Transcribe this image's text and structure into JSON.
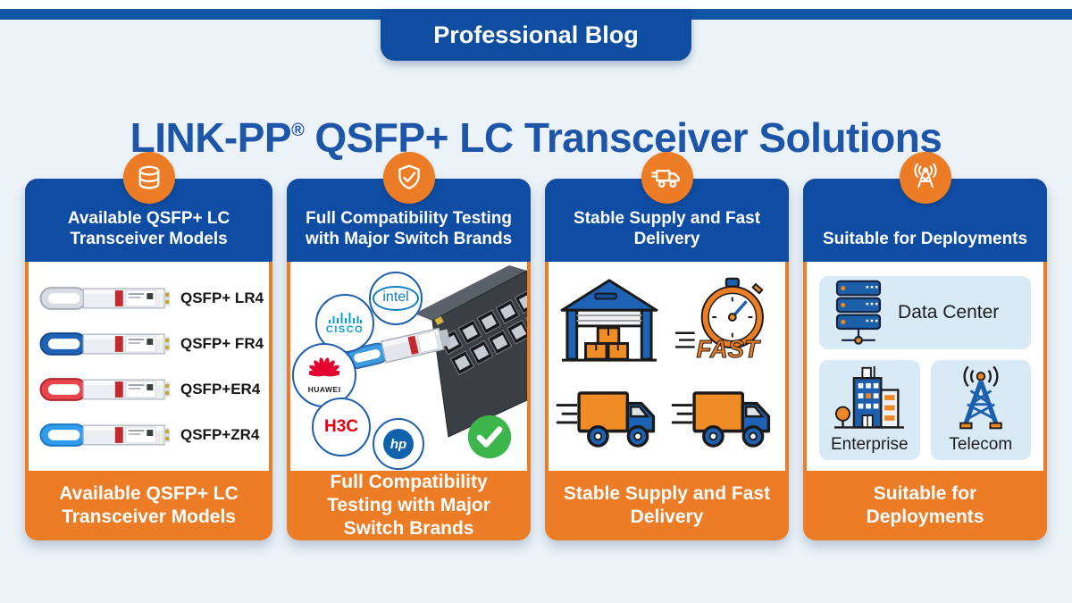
{
  "banner": {
    "label": "Professional Blog"
  },
  "title": {
    "brand": "LINK-PP",
    "reg": "®",
    "rest": "QSFP+ LC Transceiver Solutions"
  },
  "colors": {
    "accent_blue": "#0e4da3",
    "accent_orange": "#ec7c25",
    "background": "#ebf2f8",
    "check_green": "#3cb54a"
  },
  "cards": [
    {
      "icon": "database-icon",
      "header": "Available QSFP+ LC Transceiver Models",
      "footer": "Available QSFP+ LC Transceiver Models",
      "models": [
        {
          "label": "QSFP+ LR4",
          "tab_color": "#d8dde3"
        },
        {
          "label": "QSFP+ FR4",
          "tab_color": "#1f63b6"
        },
        {
          "label": "QSFP+ER4",
          "tab_color": "#e8454d"
        },
        {
          "label": "QSFP+ZR4",
          "tab_color": "#2f9cf0"
        }
      ]
    },
    {
      "icon": "shield-check-icon",
      "header": "Full Compatibility Testing with Major Switch Brands",
      "footer": "Full Compatibility Testing with Major Switch Brands",
      "brands": [
        {
          "name": "intel",
          "color": "#0f7dc2"
        },
        {
          "name": "CISCO",
          "color": "#049fd9"
        },
        {
          "name": "HUAWEI",
          "color": "#e4032e"
        },
        {
          "name": "H3C",
          "color": "#e60012"
        },
        {
          "name": "hp",
          "color": "#0f62ac"
        }
      ]
    },
    {
      "icon": "delivery-truck-icon",
      "header": "Stable Supply and Fast Delivery",
      "footer": "Stable Supply and Fast Delivery",
      "fast_label": "FAST"
    },
    {
      "icon": "antenna-icon",
      "header": "Suitable for Deployments",
      "footer": "Suitable for Deployments",
      "deployments": [
        {
          "label": "Data Center"
        },
        {
          "label": "Enterprise"
        },
        {
          "label": "Telecom"
        }
      ]
    }
  ]
}
